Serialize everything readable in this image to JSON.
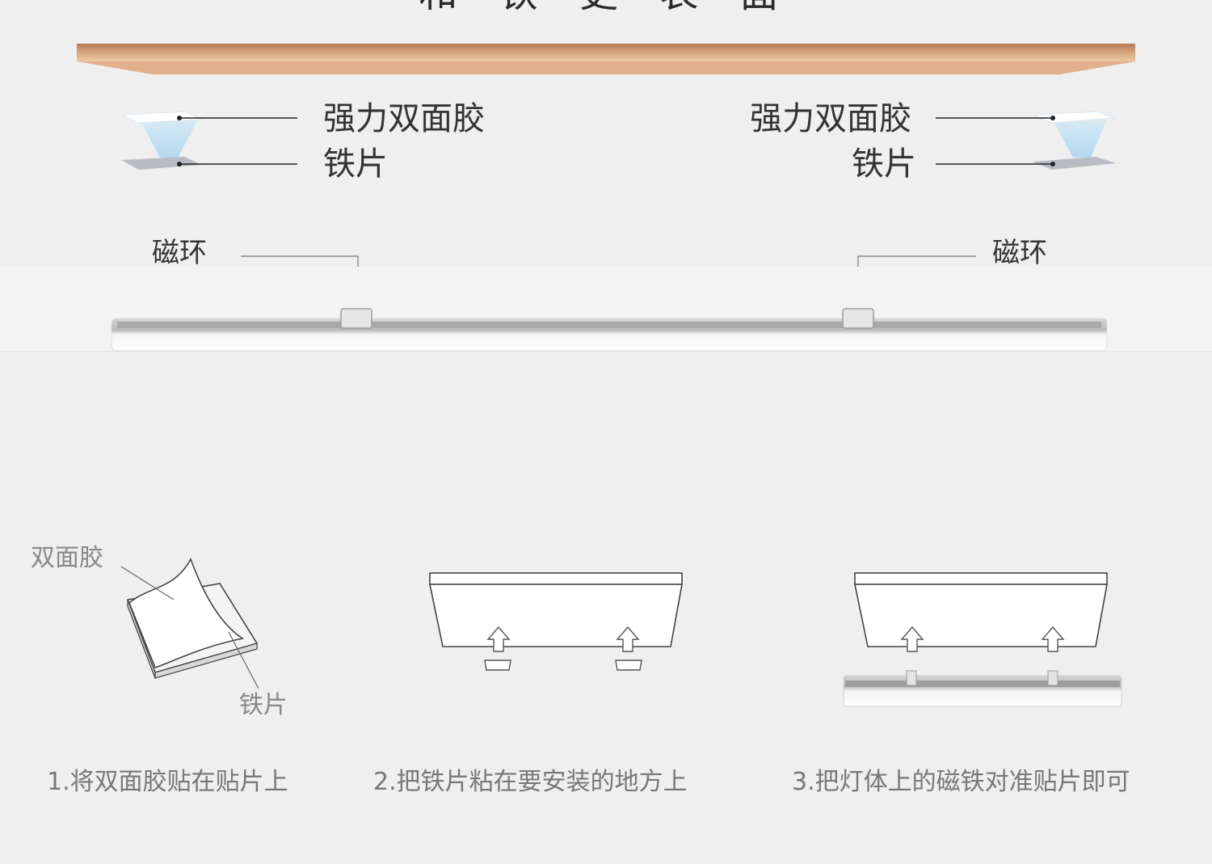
{
  "header": {
    "title": "和 铁 更 表 面"
  },
  "top_labels": {
    "left_adhesive": "强力双面胶",
    "left_iron": "铁片",
    "right_adhesive": "强力双面胶",
    "right_iron": "铁片"
  },
  "magnet_labels": {
    "left": "磁环",
    "right": "磁环"
  },
  "step1": {
    "adhesive_label": "双面胶",
    "iron_label": "铁片",
    "caption": "1.将双面胶贴在贴片上"
  },
  "step2": {
    "caption": "2.把铁片粘在要安装的地方上"
  },
  "step3": {
    "caption": "3.把灯体上的磁铁对准贴片即可"
  },
  "colors": {
    "wood": "#cf9a6e",
    "background": "#efefef",
    "line": "#222222"
  }
}
